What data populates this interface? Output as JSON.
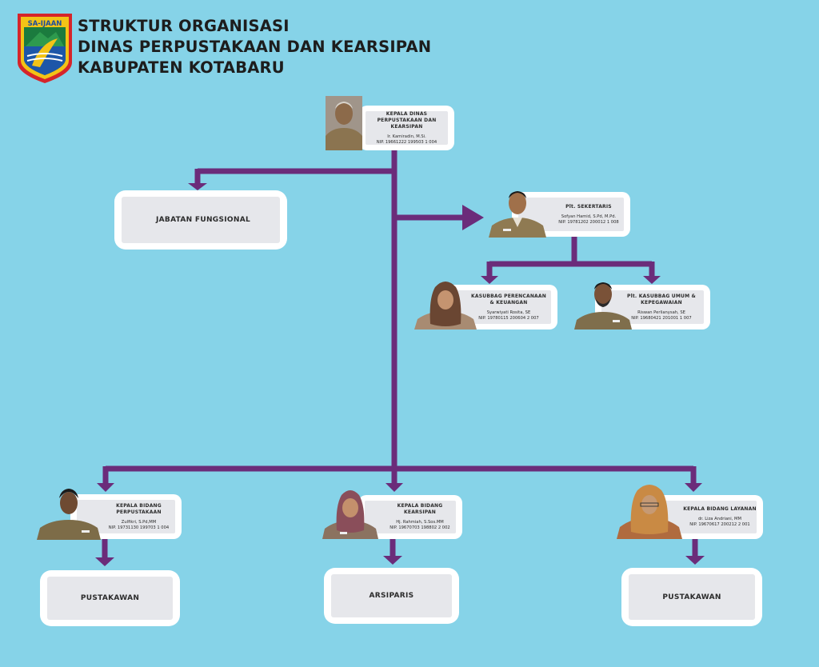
{
  "header": {
    "logo_text": "SA-IJAAN",
    "line1": "STRUKTUR ORGANISASI",
    "line2": "DINAS PERPUSTAKAAN DAN KEARSIPAN",
    "line3": "KABUPATEN KOTABARU"
  },
  "colors": {
    "background": "#86d3e8",
    "connector": "#6b2c7a",
    "card": "#ffffff",
    "card_inner": "#e6e7eb"
  },
  "kepala_dinas": {
    "position": "KEPALA DINAS PERPUSTAKAAN DAN KEARSIPAN",
    "name": "Ir. Kamiradin, M.Si.",
    "nip": "NIP. 19661222 199503 1 004"
  },
  "jabatan_fungsional": {
    "label": "JABATAN FUNGSIONAL"
  },
  "sekretaris": {
    "position": "Plt. SEKERTARIS",
    "name": "Sofyan Hamid, S.Pd, M.Pd.",
    "nip": "NIP. 19781202 200012 1 008"
  },
  "kasubbag_perencanaan": {
    "position": "KASUBBAG PERENCANAAN & KEUANGAN",
    "name": "Syarwiyati Rosita, SE",
    "nip": "NIP. 19780115 200604 2 007"
  },
  "kasubbag_umum": {
    "position": "Plt. KASUBBAG UMUM & KEPEGAWAIAN",
    "name": "Riswan Perlianysah, SE",
    "nip": "NIP. 19680421 201001 1 007"
  },
  "kabid_perpustakaan": {
    "position": "KEPALA BIDANG PERPUSTAKAAN",
    "name": "Zulfikri, S.Pd,MM",
    "nip": "NIP. 19731130 199703 1 004"
  },
  "kabid_kearsipan": {
    "position": "KEPALA BIDANG KEARSIPAN",
    "name": "Hj. Rahmiah, S.Sos.MM",
    "nip": "NIP. 19670703 198802  2 002"
  },
  "kabid_layanan": {
    "position": "KEPALA BIDANG LAYANAN",
    "name": "dr. Liza Andriani, MM",
    "nip": "NIP. 19670617 200212 2 001"
  },
  "unit_pustakawan_1": {
    "label": "PUSTAKAWAN"
  },
  "unit_arsiparis": {
    "label": "ARSIPARIS"
  },
  "unit_pustakawan_2": {
    "label": "PUSTAKAWAN"
  }
}
